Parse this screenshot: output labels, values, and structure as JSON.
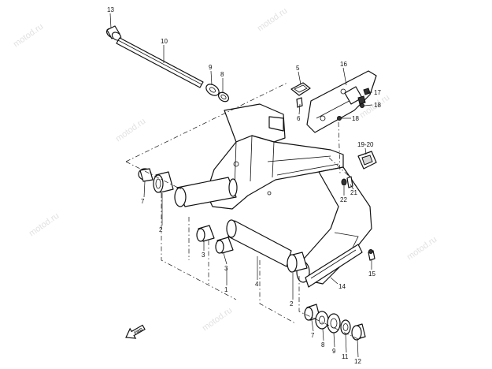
{
  "watermark": "motod.ru",
  "callouts": [
    {
      "id": "13",
      "label": "13"
    },
    {
      "id": "10",
      "label": "10"
    },
    {
      "id": "9a",
      "label": "9"
    },
    {
      "id": "8a",
      "label": "8"
    },
    {
      "id": "5",
      "label": "5"
    },
    {
      "id": "6",
      "label": "6"
    },
    {
      "id": "16",
      "label": "16"
    },
    {
      "id": "17",
      "label": "17"
    },
    {
      "id": "18a",
      "label": "18"
    },
    {
      "id": "18b",
      "label": "18"
    },
    {
      "id": "19-20",
      "label": "19-20"
    },
    {
      "id": "21",
      "label": "21"
    },
    {
      "id": "22",
      "label": "22"
    },
    {
      "id": "7a",
      "label": "7"
    },
    {
      "id": "2a",
      "label": "2"
    },
    {
      "id": "3a",
      "label": "3"
    },
    {
      "id": "3b",
      "label": "3"
    },
    {
      "id": "1",
      "label": "1"
    },
    {
      "id": "4",
      "label": "4"
    },
    {
      "id": "2b",
      "label": "2"
    },
    {
      "id": "14",
      "label": "14"
    },
    {
      "id": "15",
      "label": "15"
    },
    {
      "id": "7b",
      "label": "7"
    },
    {
      "id": "8b",
      "label": "8"
    },
    {
      "id": "9b",
      "label": "9"
    },
    {
      "id": "11",
      "label": "11"
    },
    {
      "id": "12",
      "label": "12"
    }
  ],
  "direction_marker": {
    "icon": "front-arrow-icon",
    "label": "FWD"
  }
}
